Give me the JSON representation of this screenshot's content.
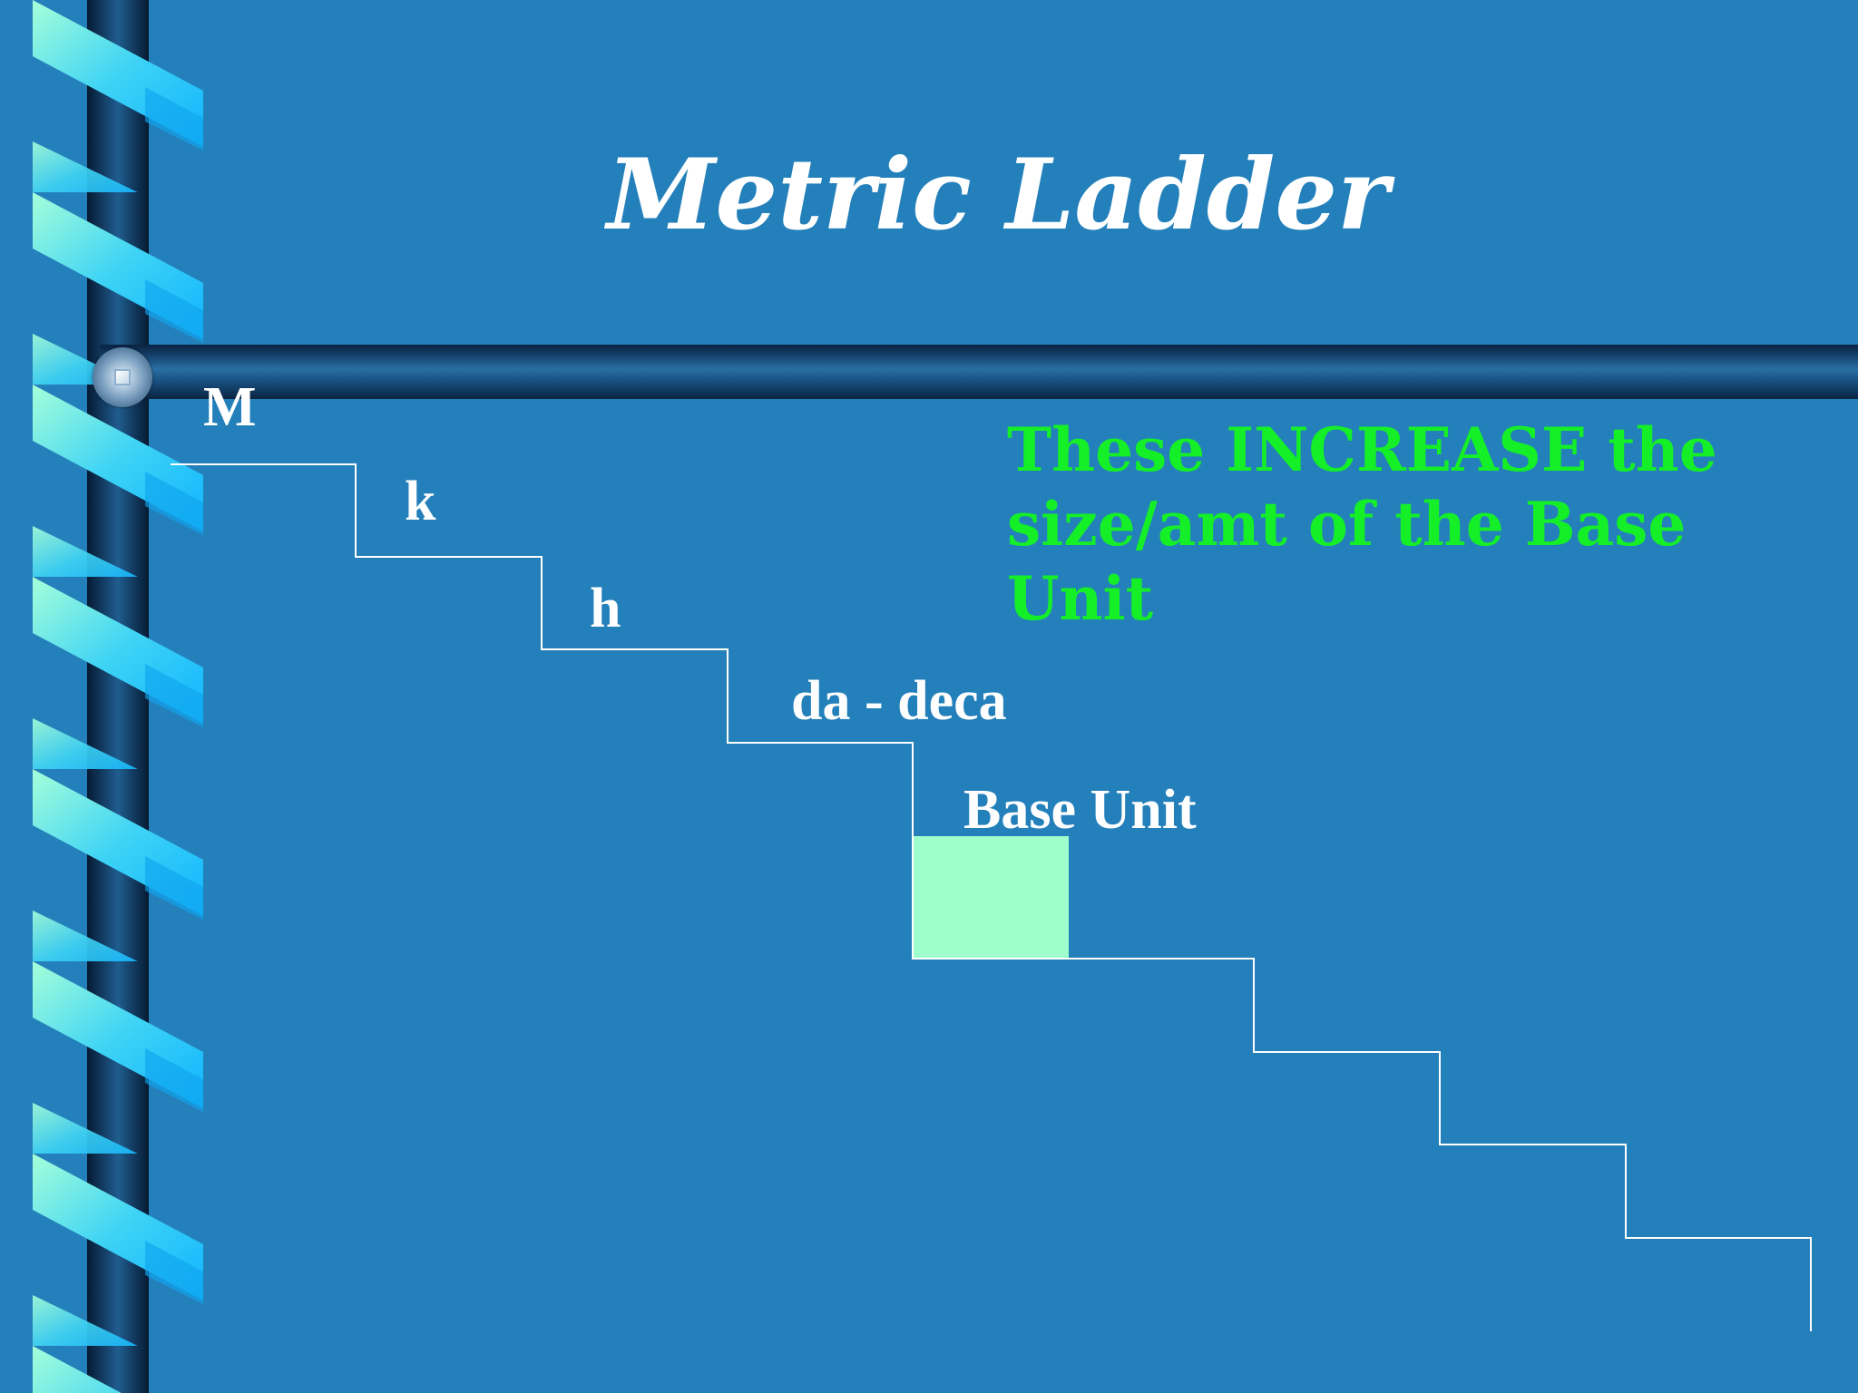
{
  "slide": {
    "title": "Metric Ladder",
    "note": "These INCREASE the size/amt of the Base Unit",
    "ladder_labels": [
      "M",
      "k",
      "h",
      "da - deca",
      "Base Unit"
    ]
  },
  "colors": {
    "background": "#2480bb",
    "note_text": "#14ef28",
    "base_unit_box": "#9effcc",
    "ribbon_light": "#a6ffd9",
    "ribbon_dark": "#10b4ff"
  },
  "icons": {
    "bar_knob": "round-knob-icon"
  }
}
